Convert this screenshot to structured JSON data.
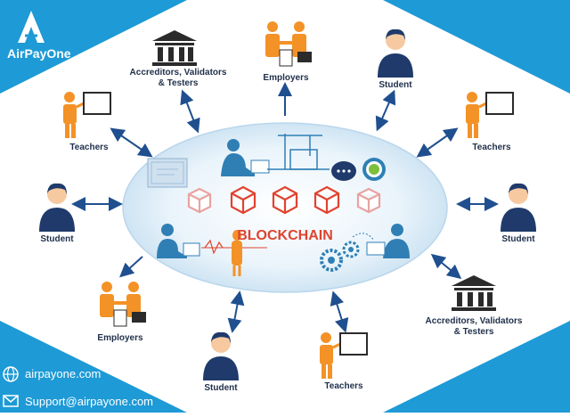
{
  "brand": {
    "name": "AirPayOne",
    "website": "airpayone.com",
    "email": "Support@airpayone.com",
    "colors": {
      "blue": "#1e9ad6",
      "navy": "#1f3a6b",
      "orange": "#f39227",
      "red": "#e0432f",
      "teal": "#1fa5c7"
    }
  },
  "center": {
    "label": "BLOCKCHAIN"
  },
  "nodes": {
    "accreditors_top": "Accreditors, Validators\n& Testers",
    "employers_top": "Employers",
    "student_top_right": "Student",
    "teachers_left_top": "Teachers",
    "teachers_right_top": "Teachers",
    "student_left": "Student",
    "student_right": "Student",
    "employers_bottom_left": "Employers",
    "accreditors_bottom_right": "Accreditors, Validators\n& Testers",
    "student_bottom": "Student",
    "teachers_bottom": "Teachers"
  }
}
